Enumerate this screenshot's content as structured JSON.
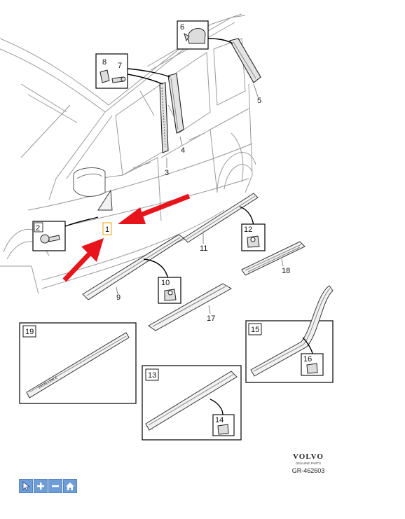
{
  "callouts": {
    "c1": "1",
    "c2": "2",
    "c3": "3",
    "c4": "4",
    "c5": "5",
    "c6": "6",
    "c7": "7",
    "c8": "8",
    "c9": "9",
    "c10": "10",
    "c11": "11",
    "c12": "12",
    "c13": "13",
    "c14": "14",
    "c15": "15",
    "c16": "16",
    "c17": "17",
    "c18": "18",
    "c19": "19"
  },
  "branding": {
    "logo": "VOLVO",
    "tagline": "GENUINE PARTS",
    "reference": "GR-462603"
  },
  "part_print": "EXCELLENCE",
  "toolbar": {
    "items": [
      {
        "icon": "pointer-icon"
      },
      {
        "icon": "zoom-in-icon"
      },
      {
        "icon": "zoom-out-icon"
      },
      {
        "icon": "home-icon"
      }
    ]
  },
  "colors": {
    "arrow": "#e8141c",
    "highlight": "#e8a200",
    "toolbar": "#6e9cd6"
  }
}
